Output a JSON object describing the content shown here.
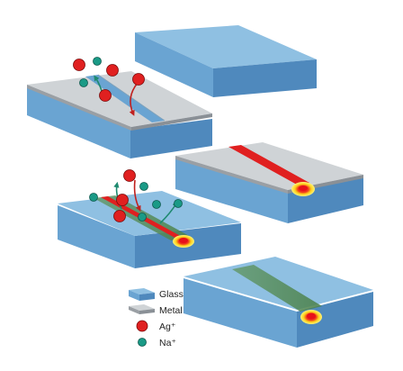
{
  "legend": {
    "items": [
      {
        "label": "Glass"
      },
      {
        "label": "Metal"
      },
      {
        "label": "Ag⁺"
      },
      {
        "label": "Na⁺"
      }
    ]
  },
  "colors": {
    "glass_top": "#8fc0e2",
    "glass_front": "#6aa4d2",
    "glass_side": "#4f89bd",
    "metal_top": "#cfd3d6",
    "metal_front": "#9a9fa4",
    "silver_ion": "#e02020",
    "sodium_ion": "#1a9a86",
    "waveguide": "#5d8f5c",
    "arrow_red": "#c0201e",
    "arrow_green": "#1f8a70"
  }
}
